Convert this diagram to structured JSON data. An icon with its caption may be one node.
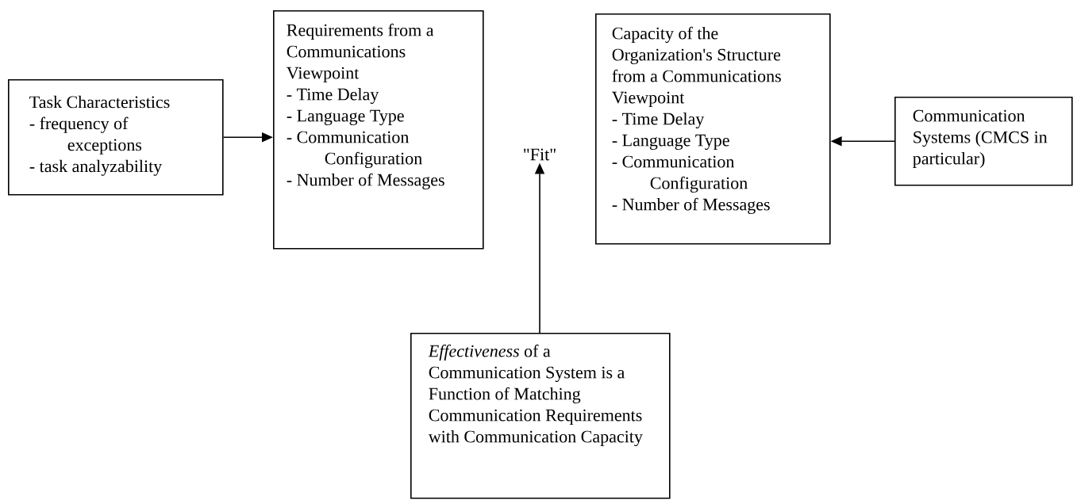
{
  "diagram": {
    "nodes": [
      {
        "text": [
          "Task Characteristics",
          "- frequency of exceptions",
          "- task analyzability"
        ]
      },
      {
        "text": [
          "Requirements from a Communications Viewpoint",
          "- Time Delay",
          "- Language Type",
          "- Communication Configuration",
          "- Number of Messages"
        ]
      },
      {
        "text": [
          "\"Fit\""
        ]
      },
      {
        "text": [
          "Capacity of the Organization's Structure from a Communications Viewpoint",
          "- Time Delay",
          "- Language Type",
          "- Communication Configuration",
          "- Number of Messages"
        ]
      },
      {
        "text": [
          "Communication Systems (CMCS in particular)"
        ]
      },
      {
        "text": [
          "*Effectiveness* of a Communication System is a Function of Matching Communication Requirements with Communication Capacity"
        ]
      }
    ],
    "edges": [
      {
        "from": 0,
        "to": 1,
        "arrow": "to"
      },
      {
        "from": 4,
        "to": 3,
        "arrow": "to"
      },
      {
        "from": 5,
        "to": 2,
        "arrow": "to"
      }
    ]
  }
}
